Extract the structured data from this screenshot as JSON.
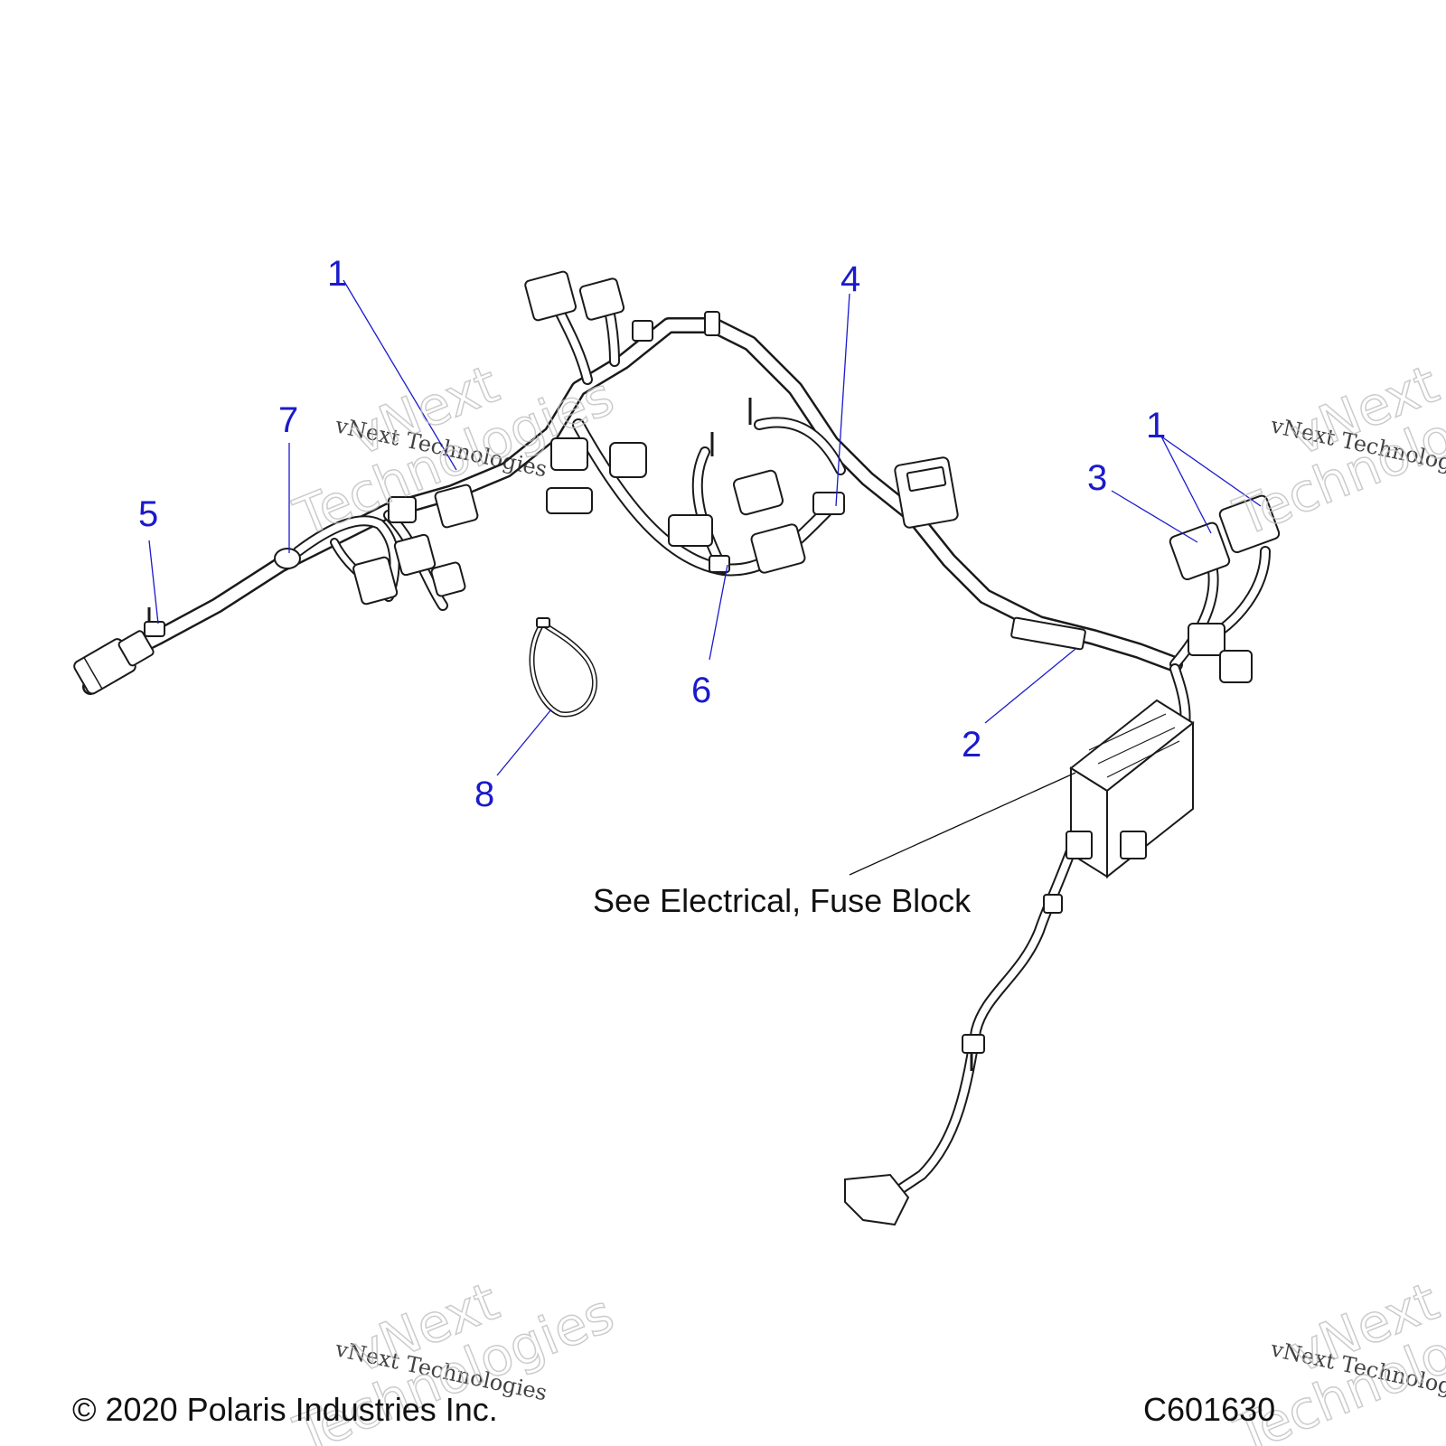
{
  "callouts": {
    "c1a": "1",
    "c1b": "1",
    "c2": "2",
    "c3": "3",
    "c4": "4",
    "c5": "5",
    "c6": "6",
    "c7": "7",
    "c8": "8"
  },
  "note": "See Electrical, Fuse Block",
  "footer": {
    "copyright": "© 2020 Polaris Industries Inc.",
    "figure_id": "C601630"
  },
  "watermark": {
    "line1": "vNext Technologies",
    "line2a": "vNext",
    "line2b": "Technologies"
  },
  "colors": {
    "callout": "#1a1acc",
    "linework": "#1a1a1a",
    "background": "#ffffff"
  }
}
